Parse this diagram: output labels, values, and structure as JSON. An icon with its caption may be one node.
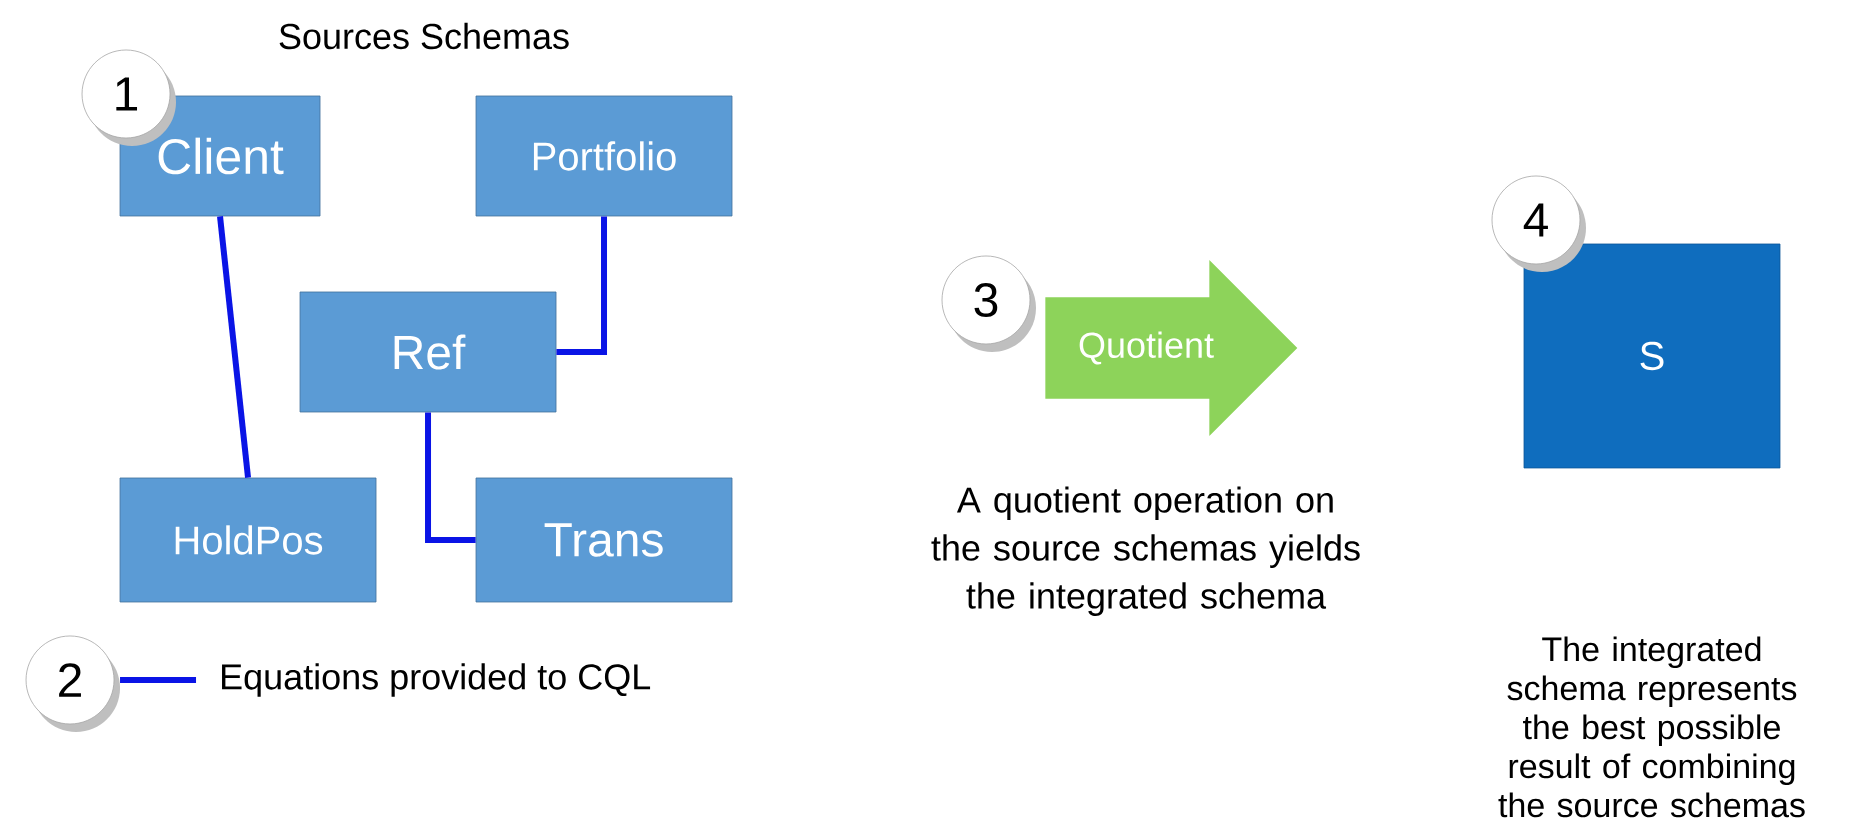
{
  "diagram": {
    "nodes": [
      {
        "text": [
          "1"
        ]
      },
      {
        "text": [
          "Client"
        ]
      },
      {
        "text": [
          "Portfolio"
        ]
      },
      {
        "text": [
          "Ref"
        ]
      },
      {
        "text": [
          "HoldPos"
        ]
      },
      {
        "text": [
          "Trans"
        ]
      },
      {
        "text": [
          "2"
        ]
      },
      {
        "text": [
          "3"
        ]
      },
      {
        "text": [
          "Quotient"
        ],
        "beside": [
          "A quotient operation on the source schemas yields the integrated schema"
        ]
      },
      {
        "text": [
          "4"
        ]
      },
      {
        "text": [
          "S"
        ]
      }
    ],
    "edges": [
      {
        "from": 1,
        "to": 4,
        "arrow": "none"
      },
      {
        "from": 2,
        "to": 3,
        "arrow": "none"
      },
      {
        "from": 3,
        "to": 5,
        "arrow": "none"
      }
    ],
    "labels": [
      "Sources Schemas",
      "The integrated schema represents the best possible result of combining the source schemas"
    ],
    "legend": [
      {
        "text": "Equations provided to CQL"
      }
    ]
  }
}
